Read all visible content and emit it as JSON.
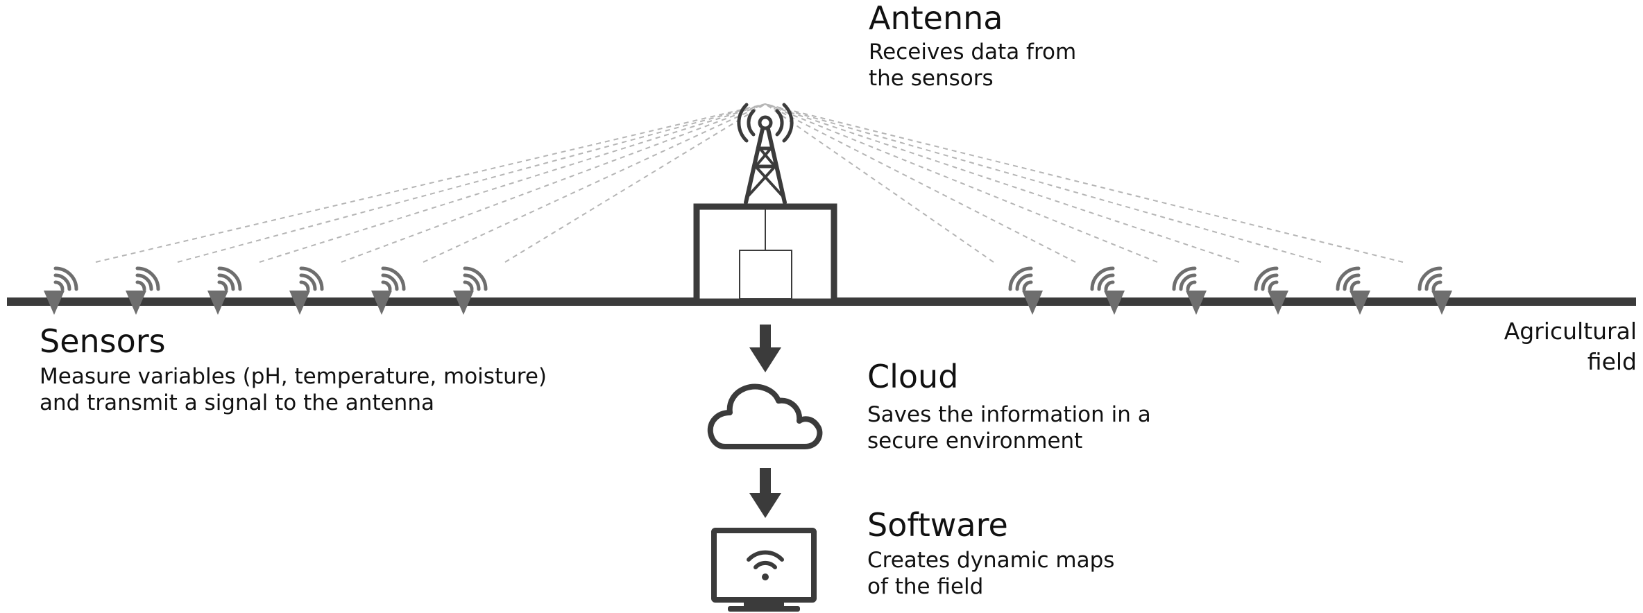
{
  "antenna": {
    "title": "Antenna",
    "desc_line1": "Receives data from",
    "desc_line2": "the sensors"
  },
  "sensors": {
    "title": "Sensors",
    "desc_line1": "Measure variables (pH, temperature, moisture)",
    "desc_line2": "and transmit a signal to the antenna",
    "count_left": 6,
    "count_right": 6
  },
  "cloud": {
    "title": "Cloud",
    "desc_line1": "Saves the information in a",
    "desc_line2": "secure environment"
  },
  "software": {
    "title": "Software",
    "desc_line1": "Creates dynamic maps",
    "desc_line2": "of the field"
  },
  "field": {
    "label_line1": "Agricultural",
    "label_line2": "field"
  },
  "colors": {
    "ink": "#3b3b3b",
    "sensor": "#6e6e6e",
    "signal_line": "#b5b5b5",
    "text": "#111111"
  },
  "icons": [
    "radio-tower-icon",
    "building-icon",
    "sensor-icon",
    "wireless-signal-icon",
    "arrow-down-icon",
    "cloud-icon",
    "monitor-wifi-icon"
  ]
}
